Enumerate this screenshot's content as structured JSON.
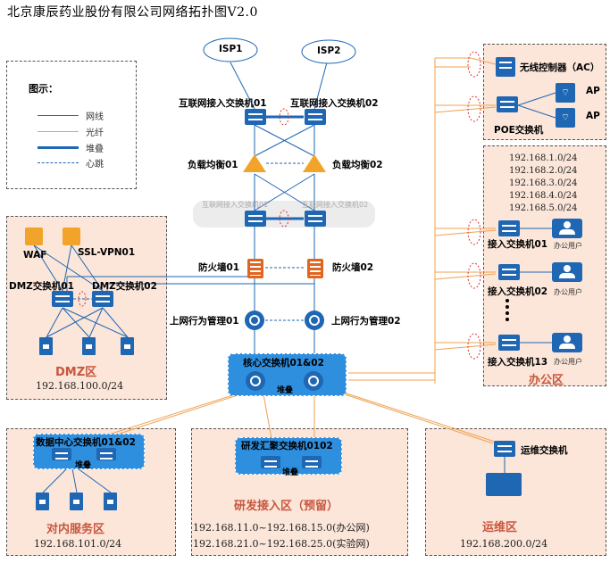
{
  "title": "北京康辰药业股份有限公司网络拓扑图V2.0",
  "legend": {
    "heading": "图示：",
    "items": [
      {
        "label": "网线",
        "color": "#1f66b3",
        "style": "solid"
      },
      {
        "label": "光纤",
        "color": "#f0a050",
        "style": "solid"
      },
      {
        "label": "堆叠",
        "color": "#1f66b3",
        "style": "thick"
      },
      {
        "label": "心跳",
        "color": "#1f66b3",
        "style": "dashed"
      }
    ]
  },
  "internet": {
    "isp1": "ISP1",
    "isp2": "ISP2",
    "switch1": "互联网接入交换机01",
    "switch2": "互联网接入交换机02",
    "lb1": "负载均衡01",
    "lb2": "负载均衡02",
    "mirror1": "互联网接入交换机01",
    "mirror2": "互联网接入交换机02",
    "fw1": "防火墙01",
    "fw2": "防火墙02",
    "beh1": "上网行为管理01",
    "beh2": "上网行为管理02",
    "core": "核心交换机01&02",
    "core_stack": "堆叠"
  },
  "dmz": {
    "waf": "WAF",
    "vpn": "SSL-VPN01",
    "sw1": "DMZ交换机01",
    "sw2": "DMZ交换机02",
    "zone": "DMZ区",
    "net": "192.168.100.0/24"
  },
  "wireless": {
    "ac": "无线控制器（AC）",
    "ap1": "AP",
    "ap2": "AP",
    "poe": "POE交换机"
  },
  "office": {
    "nets": [
      "192.168.1.0/24",
      "192.168.2.0/24",
      "192.168.3.0/24",
      "192.168.4.0/24",
      "192.168.5.0/24"
    ],
    "sw1": "接入交换机01",
    "sw2": "接入交换机02",
    "sw13": "接入交换机13",
    "user": "办公用户",
    "zone": "办公区"
  },
  "dc": {
    "switch": "数据中心交换机01&02",
    "stack": "堆叠",
    "zone": "对内服务区",
    "net": "192.168.101.0/24"
  },
  "rd": {
    "switch": "研发汇聚交换机0102",
    "stack": "堆叠",
    "zone": "研发接入区（预留）",
    "net1": "192.168.11.0~192.168.15.0(办公网)",
    "net2": "192.168.21.0~192.168.25.0(实验网)"
  },
  "ops": {
    "switch": "运维交换机",
    "zone": "运维区",
    "net": "192.168.200.0/24"
  }
}
